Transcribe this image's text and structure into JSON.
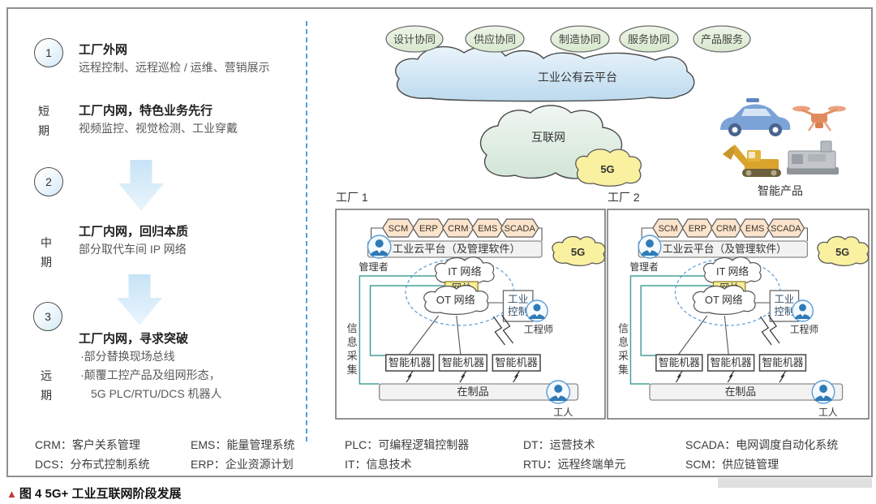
{
  "timeline": {
    "steps": [
      {
        "num": "1",
        "title": "工厂外网",
        "desc": "远程控制、远程巡检 / 运维、营销展示",
        "title_b": "工厂内网，特色业务先行",
        "desc_b": "视频监控、视觉检测、工业穿戴",
        "period": "短期"
      },
      {
        "num": "2",
        "title": "工厂内网，回归本质",
        "desc": "部分取代车间 IP 网络",
        "period": "中期"
      },
      {
        "num": "3",
        "title": "工厂内网，寻求突破",
        "bullet1": "·部分替换现场总线",
        "bullet2": "·颠覆工控产品及组网形态，",
        "bullet3": "5G PLC/RTU/DCS 机器人",
        "period": "远期"
      }
    ]
  },
  "cloud_layer": {
    "services": [
      "设计协同",
      "供应协同",
      "制造协同",
      "服务协同",
      "产品服务"
    ],
    "public_cloud": "工业公有云平台",
    "internet": "互联网",
    "five_g": "5G",
    "smart_products_label": "智能产品"
  },
  "factories": [
    {
      "name": "工厂 1",
      "systems": [
        "SCM",
        "ERP",
        "CRM",
        "EMS",
        "SCADA"
      ],
      "platform": "工业云平台（及管理软件）",
      "five_g": "5G",
      "manager": "管理者",
      "it_network": "IT 网络",
      "gateway": "网关",
      "ot_network": "OT 网络",
      "industrial_control": [
        "工业",
        "控制"
      ],
      "engineer": "工程师",
      "info_collection": [
        "信",
        "息",
        "采",
        "集"
      ],
      "machines": [
        "智能机器",
        "智能机器",
        "智能机器"
      ],
      "wip": "在制品",
      "worker": "工人"
    },
    {
      "name": "工厂 2",
      "systems": [
        "SCM",
        "ERP",
        "CRM",
        "EMS",
        "SCADA"
      ],
      "platform": "工业云平台（及管理软件）",
      "five_g": "5G",
      "manager": "管理者",
      "it_network": "IT 网络",
      "gateway": "网关",
      "ot_network": "OT 网络",
      "industrial_control": [
        "工业",
        "控制"
      ],
      "engineer": "工程师",
      "info_collection": [
        "信",
        "息",
        "采",
        "集"
      ],
      "machines": [
        "智能机器",
        "智能机器",
        "智能机器"
      ],
      "wip": "在制品",
      "worker": "工人"
    }
  ],
  "legend": {
    "columns": [
      [
        "CRM：客户关系管理",
        "DCS：分布式控制系统"
      ],
      [
        "EMS：能量管理系统",
        "ERP：企业资源计划"
      ],
      [
        "PLC：可编程逻辑控制器",
        "IT：信息技术"
      ],
      [
        "DT：运营技术",
        "RTU：远程终端单元"
      ],
      [
        "SCADA：电网调度自动化系统",
        "SCM：供应链管理"
      ]
    ]
  },
  "caption": {
    "marker": "▲",
    "text": "图 4 5G+ 工业互联网阶段发展"
  }
}
